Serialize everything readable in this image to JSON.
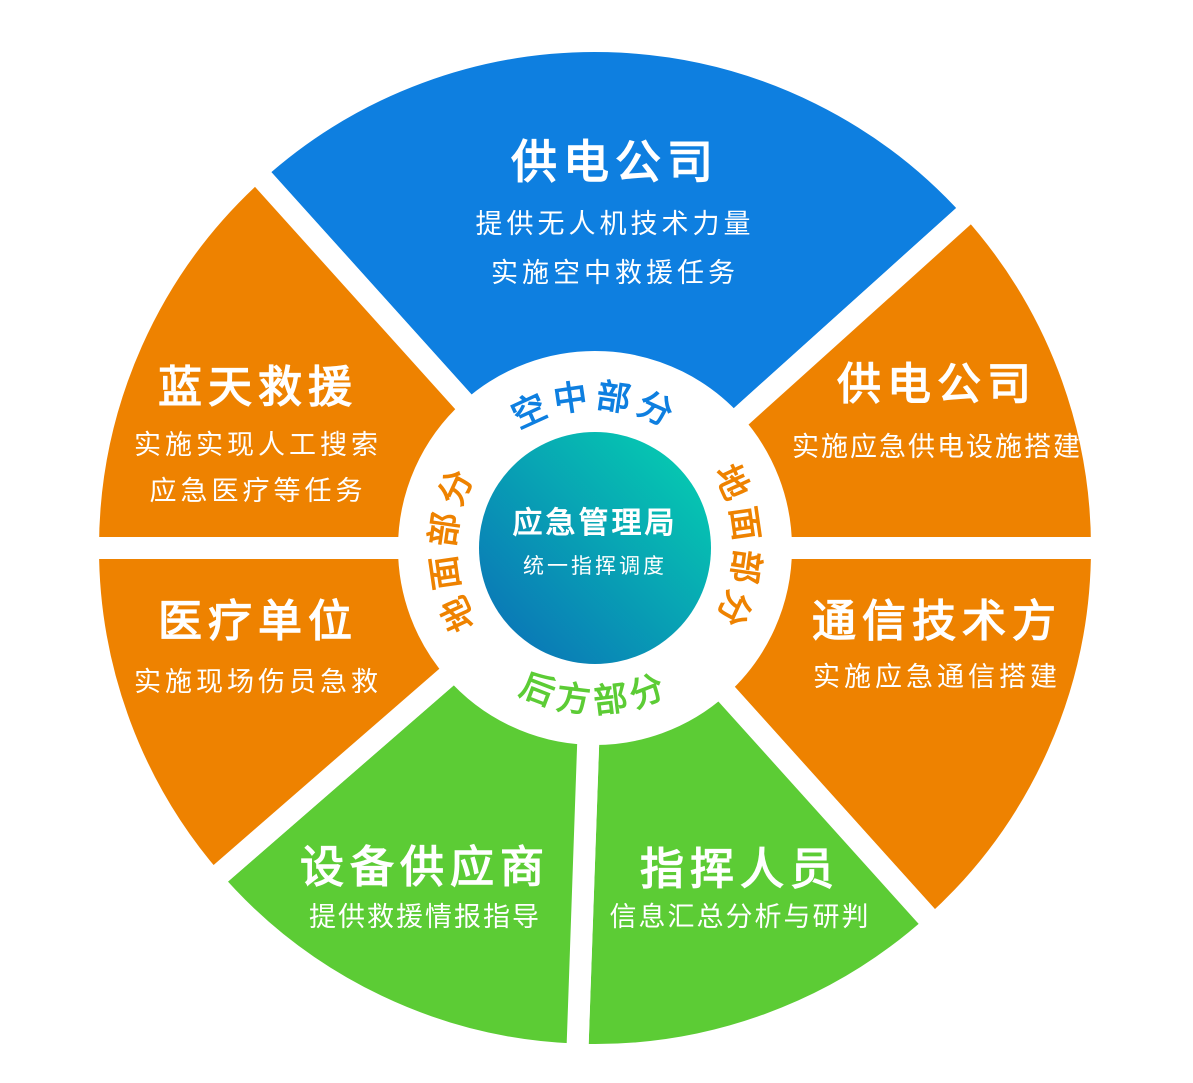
{
  "colors": {
    "air": "#0e7fe0",
    "ground": "#ee8200",
    "rear": "#5ccc35",
    "center_from": "#0b6cb8",
    "center_to": "#05d4b0"
  },
  "center": {
    "title": "应急管理局",
    "subtitle": "统一指挥调度"
  },
  "ring_labels": {
    "top": "空中部分",
    "left": "地面部分",
    "right": "地面部分",
    "bottom": "后方部分"
  },
  "segments": {
    "top": {
      "title": "供电公司",
      "lines": [
        "提供无人机技术力量",
        "实施空中救援任务"
      ]
    },
    "left_top": {
      "title": "蓝天救援",
      "lines": [
        "实施实现人工搜索",
        "应急医疗等任务"
      ]
    },
    "left_bottom": {
      "title": "医疗单位",
      "lines": [
        "实施现场伤员急救"
      ]
    },
    "right_top": {
      "title": "供电公司",
      "lines": [
        "实施应急供电设施搭建"
      ]
    },
    "right_bottom": {
      "title": "通信技术方",
      "lines": [
        "实施应急通信搭建"
      ]
    },
    "bottom_left": {
      "title": "设备供应商",
      "lines": [
        "提供救援情报指导"
      ]
    },
    "bottom_right": {
      "title": "指挥人员",
      "lines": [
        "信息汇总分析与研判"
      ]
    }
  }
}
